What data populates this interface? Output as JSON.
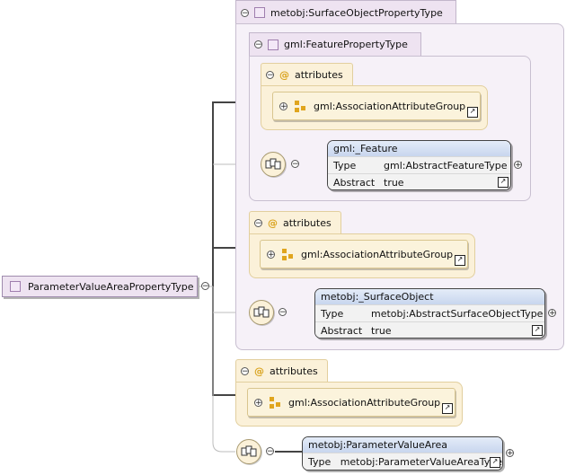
{
  "root": {
    "label": "ParameterValueAreaPropertyType"
  },
  "outer_group": {
    "label": "metobj:SurfaceObjectPropertyType"
  },
  "inner_group": {
    "label": "gml:FeaturePropertyType"
  },
  "attributes_label": "attributes",
  "attribute_group_label": "gml:AssociationAttributeGroup",
  "feature": {
    "name": "gml:_Feature",
    "type_key": "Type",
    "type_value": "gml:AbstractFeatureType",
    "abstract_key": "Abstract",
    "abstract_value": "true"
  },
  "surface": {
    "name": "metobj:_SurfaceObject",
    "type_key": "Type",
    "type_value": "metobj:AbstractSurfaceObjectType",
    "abstract_key": "Abstract",
    "abstract_value": "true"
  },
  "param": {
    "name": "metobj:ParameterValueArea",
    "type_key": "Type",
    "type_value": "metobj:ParameterValueAreaType"
  },
  "symbols": {
    "collapse": "−",
    "expand": "+",
    "attr": "@",
    "link": "↗"
  }
}
